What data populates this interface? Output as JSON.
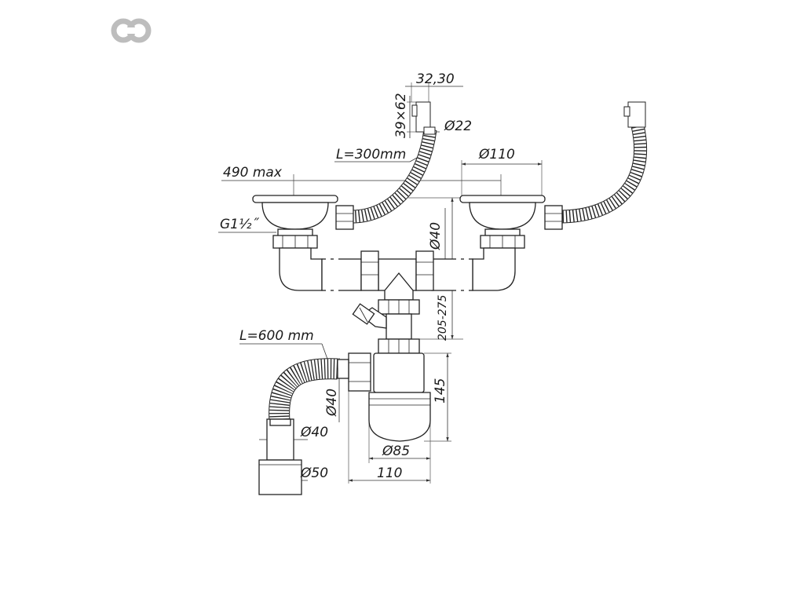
{
  "brand": {
    "logo_icon": "linked-rings-logo-icon",
    "logo_color": "#b8b8b8"
  },
  "diagram": {
    "inlet_top_width": "32,30",
    "inlet_top_size": "39×62",
    "inlet_hose_diameter": "Ø22",
    "overflow_hose_length": "L=300mm",
    "strainer_diameter": "Ø110",
    "max_spacing": "490 max",
    "thread": "G1½˝",
    "crossbar_diameter": "Ø40",
    "height_range": "205-275",
    "outlet_hose_length": "L=600 mm",
    "outlet_diameter_1": "Ø40",
    "siphon_height": "145",
    "bottle_diameter": "Ø85",
    "outlet_diameter_2": "Ø40",
    "outlet_diameter_3": "Ø50",
    "siphon_width": "110"
  }
}
